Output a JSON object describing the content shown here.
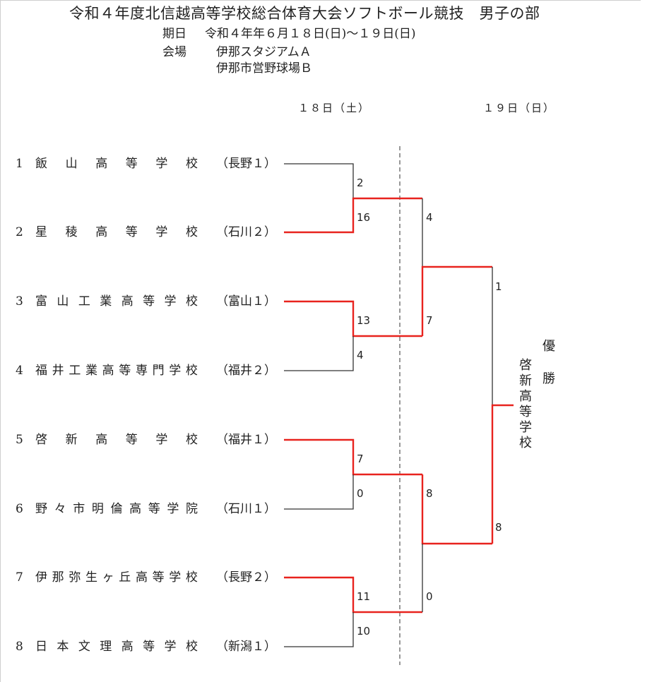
{
  "title": "令和４年度北信越高等学校総合体育大会ソフトボール競技　男子の部",
  "schedule": {
    "date_label": "期日",
    "date_value": "令和４年年６月１８日(日)～１９日(日)",
    "venue_label": "会場",
    "venue_a": "伊那スタジアムＡ",
    "venue_b": "伊那市営野球場Ｂ"
  },
  "days": {
    "day1": "１８日（土）",
    "day2": "１９日（日）"
  },
  "teams": [
    {
      "seed": "1",
      "name": "飯山高等学校",
      "region": "（長野１）"
    },
    {
      "seed": "2",
      "name": "星稜高等学校",
      "region": "（石川２）"
    },
    {
      "seed": "3",
      "name": "富山工業高等学校",
      "region": "（富山１）"
    },
    {
      "seed": "4",
      "name": "福井工業高等専門学校",
      "region": "（福井２）"
    },
    {
      "seed": "5",
      "name": "啓新高等学校",
      "region": "（福井１）"
    },
    {
      "seed": "6",
      "name": "野々市明倫高等学院",
      "region": "（石川１）"
    },
    {
      "seed": "7",
      "name": "伊那弥生ヶ丘高等学校",
      "region": "（長野２）"
    },
    {
      "seed": "8",
      "name": "日本文理高等学校",
      "region": "（新潟１）"
    }
  ],
  "round1_scores": [
    {
      "top": "2",
      "bottom": "16"
    },
    {
      "top": "13",
      "bottom": "4"
    },
    {
      "top": "7",
      "bottom": "0"
    },
    {
      "top": "11",
      "bottom": "10"
    }
  ],
  "semifinal_scores": [
    {
      "top": "4",
      "bottom": "7"
    },
    {
      "top": "8",
      "bottom": "0"
    }
  ],
  "final_scores": {
    "top": "1",
    "bottom": "8"
  },
  "champion": {
    "label": "優勝",
    "name": "啓新高等学校"
  },
  "colors": {
    "win_line": "#e8231e",
    "line": "#333333",
    "divider": "#555555"
  }
}
